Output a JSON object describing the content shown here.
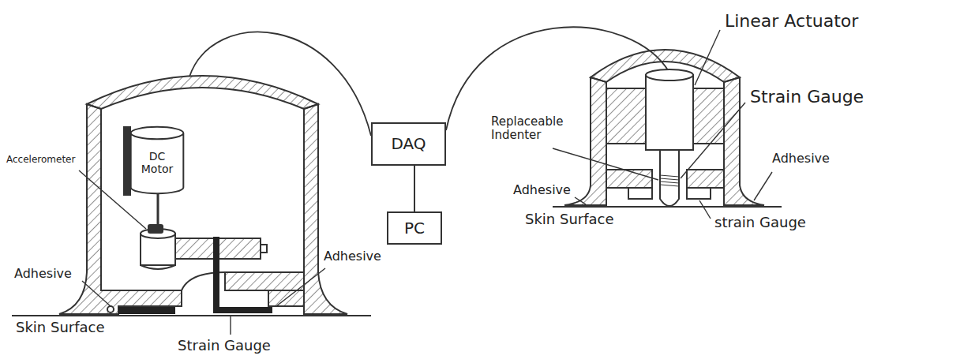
{
  "diagram": {
    "nodes": [
      {
        "text": [
          "DC Motor"
        ]
      },
      {
        "text": [
          "DAQ"
        ]
      },
      {
        "text": [
          "PC"
        ]
      }
    ],
    "edges": [
      {
        "from": 1,
        "to": 2,
        "arrow": "none"
      }
    ],
    "labels": [
      "Accelerometer",
      "Adhesive",
      "Skin Surface",
      "Strain Gauge",
      "Adhesive",
      "Linear Actuator",
      "Replaceable Indenter",
      "Strain Gauge",
      "Adhesive",
      "Skin Surface",
      "Adhesive",
      "strain Gauge"
    ]
  }
}
